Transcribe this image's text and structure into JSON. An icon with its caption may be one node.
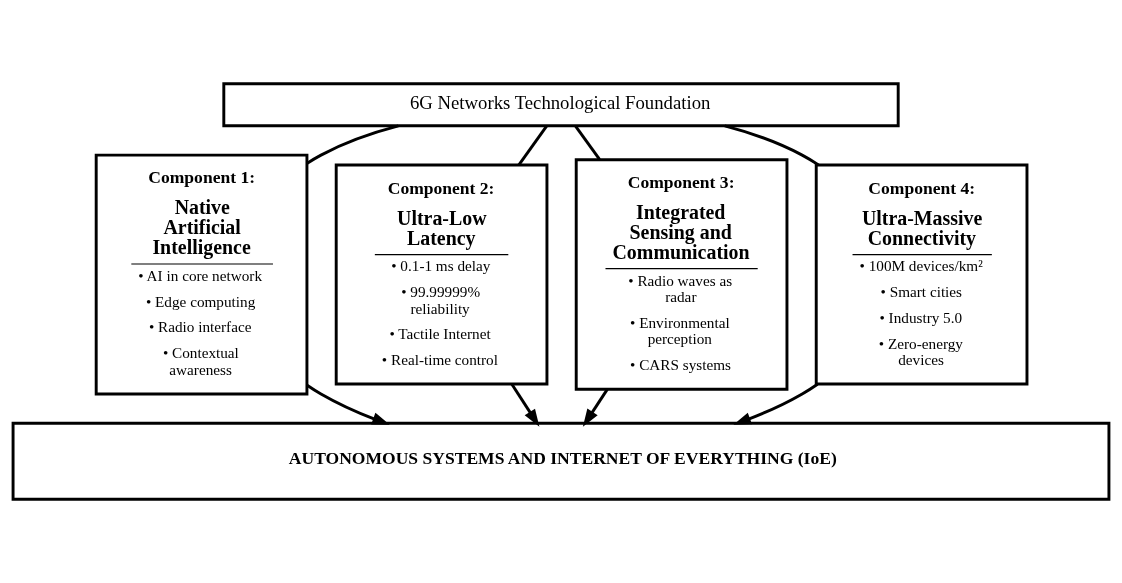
{
  "diagram": {
    "nodes": [
      {
        "text": [
          "6G Networks Technological Foundation"
        ]
      },
      {
        "text": [
          "Component 1:",
          "Native Artificial Intelligence",
          "• AI in core network",
          "• Edge computing",
          "• Radio interface",
          "• Contextual awareness"
        ]
      },
      {
        "text": [
          "Component 2:",
          "Ultra-Low Latency",
          "• 0.1-1 ms delay",
          "• 99.99999% reliability",
          "• Tactile Internet",
          "• Real-time control"
        ]
      },
      {
        "text": [
          "Component 3:",
          "Integrated Sensing and Communication",
          "• Radio waves as radar",
          "• Environmental perception",
          "• CARS systems"
        ]
      },
      {
        "text": [
          "Component 4:",
          "Ultra-Massive Connectivity",
          "• 100M devices/km²",
          "• Smart cities",
          "• Industry 5.0",
          "• Zero-energy devices"
        ]
      },
      {
        "text": [
          "AUTONOMOUS SYSTEMS AND INTERNET OF EVERYTHING (IoE)"
        ]
      }
    ],
    "edges": [
      {
        "from": 0,
        "to": 1,
        "arrow": "none"
      },
      {
        "from": 0,
        "to": 2,
        "arrow": "none"
      },
      {
        "from": 0,
        "to": 3,
        "arrow": "none"
      },
      {
        "from": 0,
        "to": 4,
        "arrow": "none"
      },
      {
        "from": 1,
        "to": 5,
        "arrow": "to"
      },
      {
        "from": 2,
        "to": 5,
        "arrow": "to"
      },
      {
        "from": 3,
        "to": 5,
        "arrow": "to"
      },
      {
        "from": 4,
        "to": 5,
        "arrow": "to"
      }
    ]
  }
}
